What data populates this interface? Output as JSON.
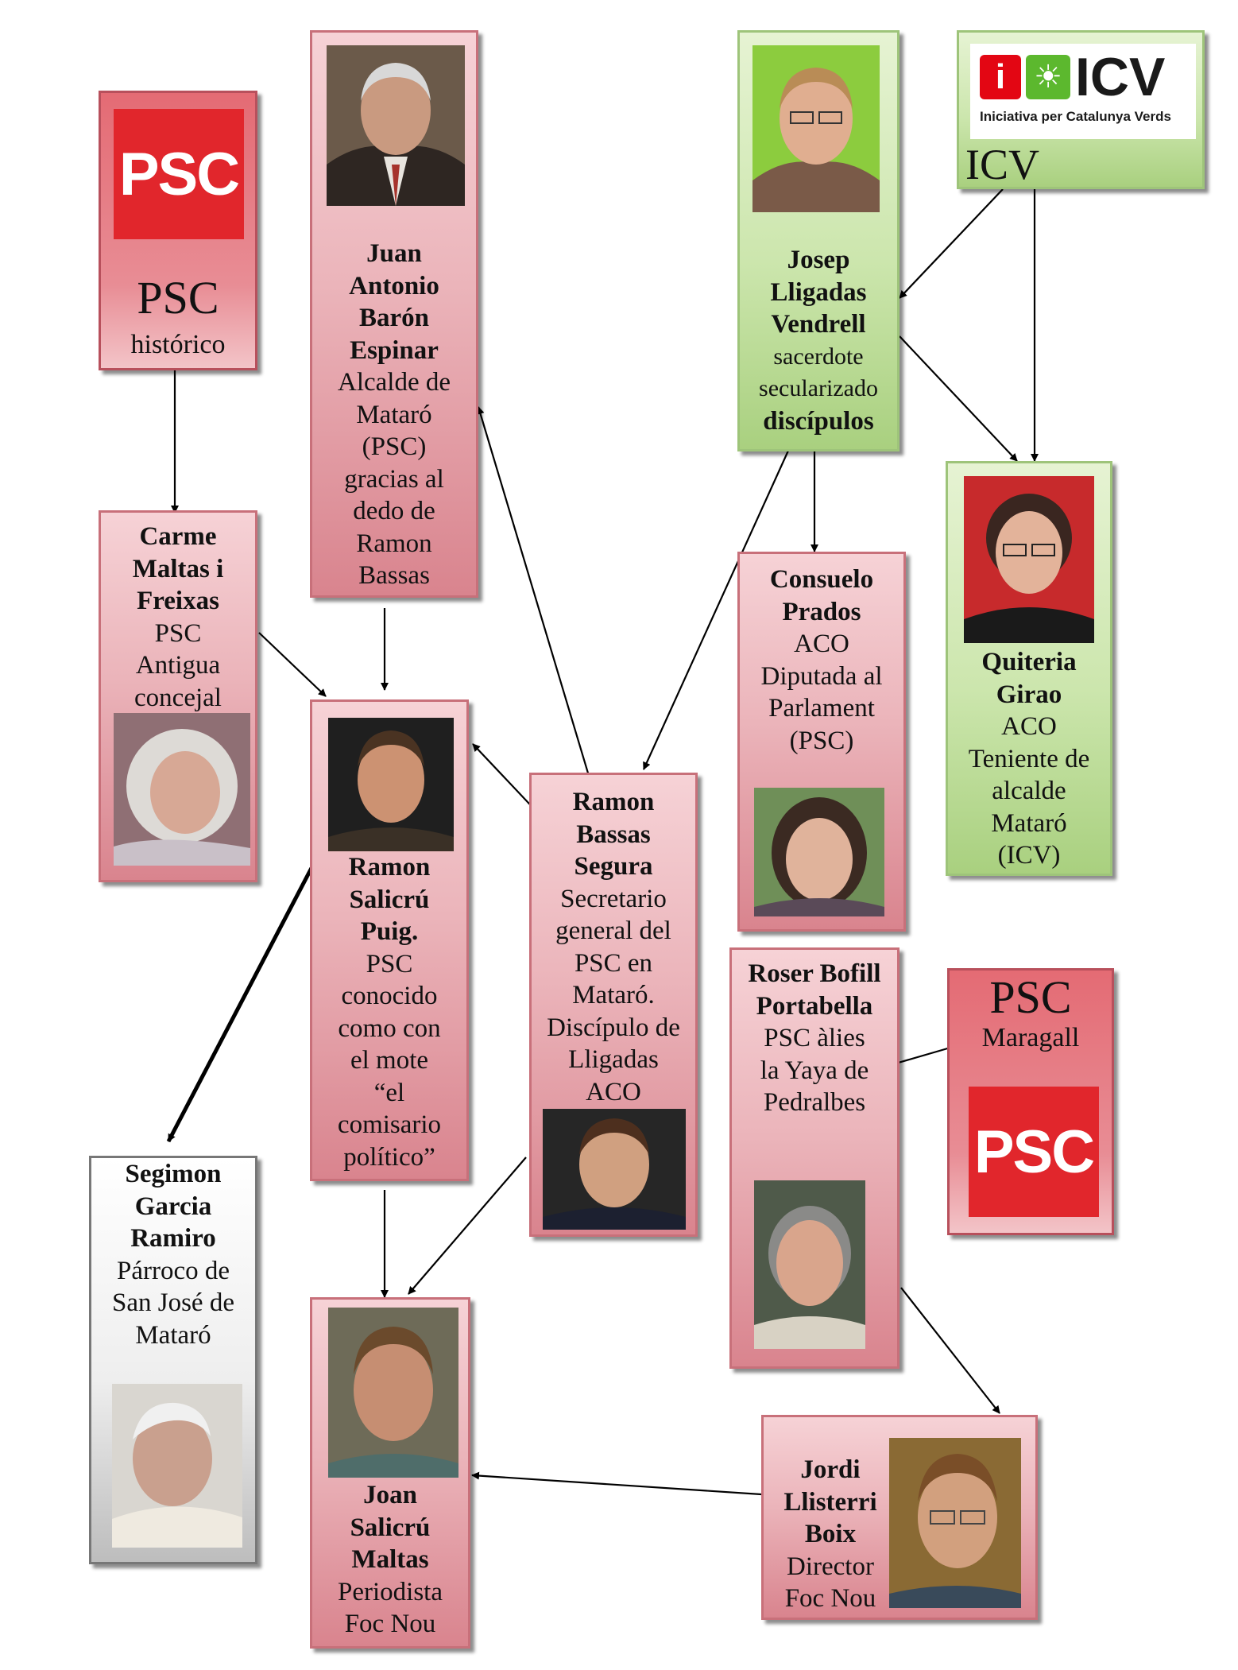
{
  "nodes": {
    "psc_historico": {
      "title": "PSC",
      "subtitle": "histórico",
      "logo": "PSC"
    },
    "baron": {
      "name": "Juan Antonio Barón Espinar",
      "role": "Alcalde de Mataró (PSC) gracias al dedo de Ramon Bassas"
    },
    "lligadas": {
      "name": "Josep Lligadas Vendrell",
      "role": "sacerdote secularizado",
      "extra": "discípulos"
    },
    "icv": {
      "logo_text": "ICV",
      "logo_sub": "Iniciativa per Catalunya Verds",
      "label": "ICV"
    },
    "carme": {
      "name": "Carme Maltas i Freixas",
      "role": "PSC Antigua concejal"
    },
    "consuelo": {
      "name": "Consuelo Prados",
      "role": "ACO Diputada al Parlament (PSC)"
    },
    "quiteria": {
      "name": "Quiteria Girao",
      "role": "ACO Teniente de alcalde Mataró (ICV)"
    },
    "salicru": {
      "name": "Ramon Salicrú Puig.",
      "role": "PSC conocido como con el mote “el comisario político”"
    },
    "bassas": {
      "name": "Ramon Bassas Segura",
      "role": "Secretario general del PSC en Mataró. Discípulo de Lligadas ACO"
    },
    "roser": {
      "name": "Roser Bofill Portabella",
      "role": "PSC àlies la Yaya de Pedralbes"
    },
    "psc_maragall": {
      "title": "PSC",
      "subtitle": "Maragall",
      "logo": "PSC"
    },
    "segimon": {
      "name": "Segimon Garcia Ramiro",
      "role": "Párroco de San José de Mataró"
    },
    "joan": {
      "name": "Joan Salicrú Maltas",
      "role": "Periodista Foc Nou"
    },
    "jordi": {
      "name": "Jordi Llisterri Boix",
      "role": "Director Foc Nou"
    }
  },
  "colors": {
    "red_box": "#ebb4ba",
    "green_box": "#cce6ad",
    "psc_red": "#e1262c",
    "icv_red": "#e30613",
    "icv_green": "#5cb82e"
  },
  "icons": [
    "person-photo",
    "psc-logo",
    "icv-logo"
  ]
}
